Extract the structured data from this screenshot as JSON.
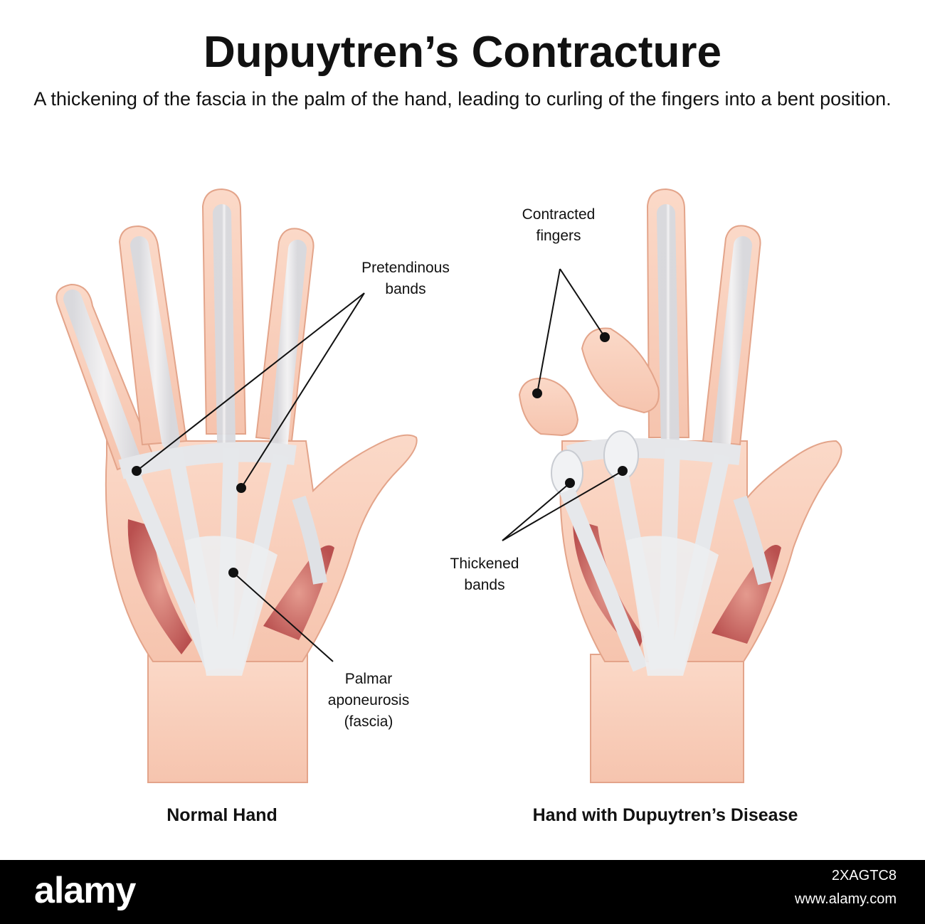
{
  "header": {
    "title": "Dupuytren’s Contracture",
    "subtitle": "A thickening of the fascia in the palm of the hand, leading to curling of the fingers into a bent position."
  },
  "labels": {
    "pretendinous_line1": "Pretendinous",
    "pretendinous_line2": "bands",
    "palmar_line1": "Palmar",
    "palmar_line2": "aponeurosis",
    "palmar_line3": "(fascia)",
    "contracted_line1": "Contracted",
    "contracted_line2": "fingers",
    "thickened_line1": "Thickened",
    "thickened_line2": "bands"
  },
  "captions": {
    "left": "Normal Hand",
    "right": "Hand with Dupuytren’s Disease"
  },
  "footer": {
    "logo": "alamy",
    "image_id": "2XAGTC8",
    "url": "www.alamy.com"
  },
  "colors": {
    "skin": "#f8cdb8",
    "skin_outline": "#e3a48a",
    "muscle": "#c8615e",
    "fascia": "#ecedef",
    "footer_bg": "#000000"
  }
}
